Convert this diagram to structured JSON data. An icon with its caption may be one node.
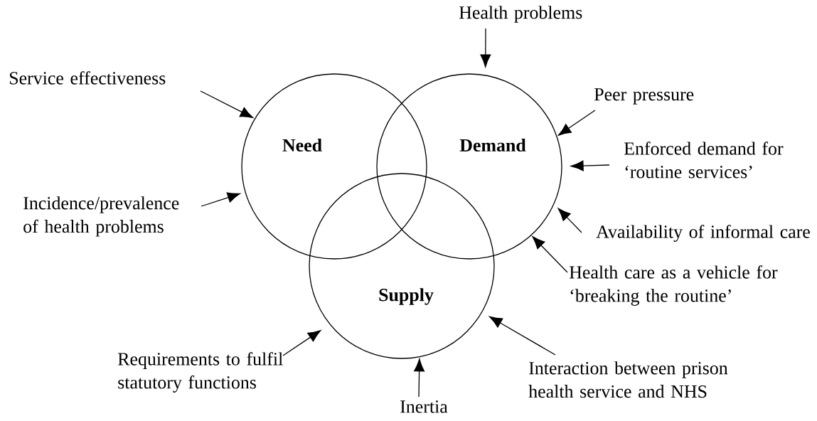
{
  "diagram": {
    "nodes": [
      {
        "text": [
          "Need"
        ]
      },
      {
        "text": [
          "Demand"
        ]
      },
      {
        "text": [
          "Supply"
        ]
      },
      {
        "text": [
          "Health problems"
        ]
      },
      {
        "text": [
          "Service effectiveness"
        ]
      },
      {
        "text": [
          "Peer pressure"
        ]
      },
      {
        "text": [
          "Enforced demand for ‘routine services’"
        ]
      },
      {
        "text": [
          "Incidence/prevalence of health problems"
        ]
      },
      {
        "text": [
          "Availability of informal care"
        ]
      },
      {
        "text": [
          "Health care as a vehicle for ‘breaking the routine’"
        ]
      },
      {
        "text": [
          "Requirements to fulfil statutory functions"
        ]
      },
      {
        "text": [
          "Interaction between prison health service and NHS"
        ]
      },
      {
        "text": [
          "Inertia"
        ]
      }
    ],
    "edges": [
      {
        "from": 3,
        "to": 1,
        "arrow": "to"
      },
      {
        "from": 4,
        "to": 0,
        "arrow": "to"
      },
      {
        "from": 5,
        "to": 1,
        "arrow": "to"
      },
      {
        "from": 6,
        "to": 1,
        "arrow": "to"
      },
      {
        "from": 7,
        "to": 0,
        "arrow": "to"
      },
      {
        "from": 8,
        "to": 1,
        "arrow": "to"
      },
      {
        "from": 9,
        "to": 1,
        "arrow": "to"
      },
      {
        "from": 10,
        "to": 2,
        "arrow": "to"
      },
      {
        "from": 11,
        "to": 2,
        "arrow": "to"
      },
      {
        "from": 12,
        "to": 2,
        "arrow": "to"
      }
    ]
  }
}
